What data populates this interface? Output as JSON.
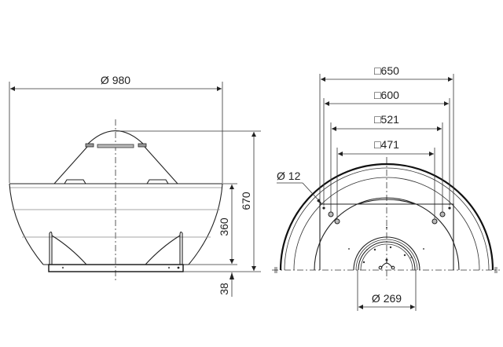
{
  "drawing": {
    "type": "fan dimensional drawing",
    "colors": {
      "line": "#222222",
      "background": "#ffffff",
      "fill_gray": "#bbbbbb"
    }
  },
  "side_view": {
    "diameter_label": "Ø 980",
    "height_total_label": "670",
    "housing_height_label": "360",
    "base_height_label": "38"
  },
  "top_view": {
    "square_650_label": "□650",
    "square_600_label": "□600",
    "square_521_label": "□521",
    "square_471_label": "□471",
    "hole_diameter_label": "Ø 12",
    "outlet_diameter_label": "Ø 269"
  }
}
